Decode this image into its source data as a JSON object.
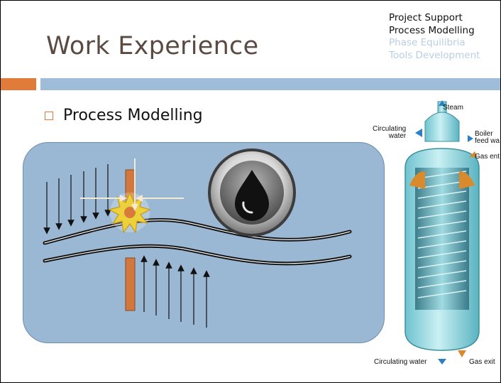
{
  "slide": {
    "title": "Work Experience",
    "topics": [
      {
        "label": "Project Support",
        "state": "visited",
        "color": "#111111"
      },
      {
        "label": "Process Modelling",
        "state": "current",
        "color": "#111111"
      },
      {
        "label": "Phase Equilibria",
        "state": "upcoming",
        "color": "#b9cfe3"
      },
      {
        "label": "Tools Development",
        "state": "upcoming",
        "color": "#b9cfe3"
      }
    ],
    "bullet": "Process Modelling",
    "accent_colors": {
      "orange": "#e07b39",
      "blue": "#9fbdd9",
      "panel": "#9ab7d3"
    }
  },
  "diagram": {
    "labels": {
      "steam": "Steam",
      "circulating_water_top": "Circulating\nwater",
      "boiler_feed": "Boiler\nfeed wa",
      "gas_entry": "Gas ent",
      "circulating_water_bottom": "Circulating water",
      "gas_exit": "Gas exit"
    }
  },
  "icons": {
    "bullet": "square-bullet-icon",
    "droplet": "oil-droplet-icon",
    "burst": "starburst-icon"
  }
}
